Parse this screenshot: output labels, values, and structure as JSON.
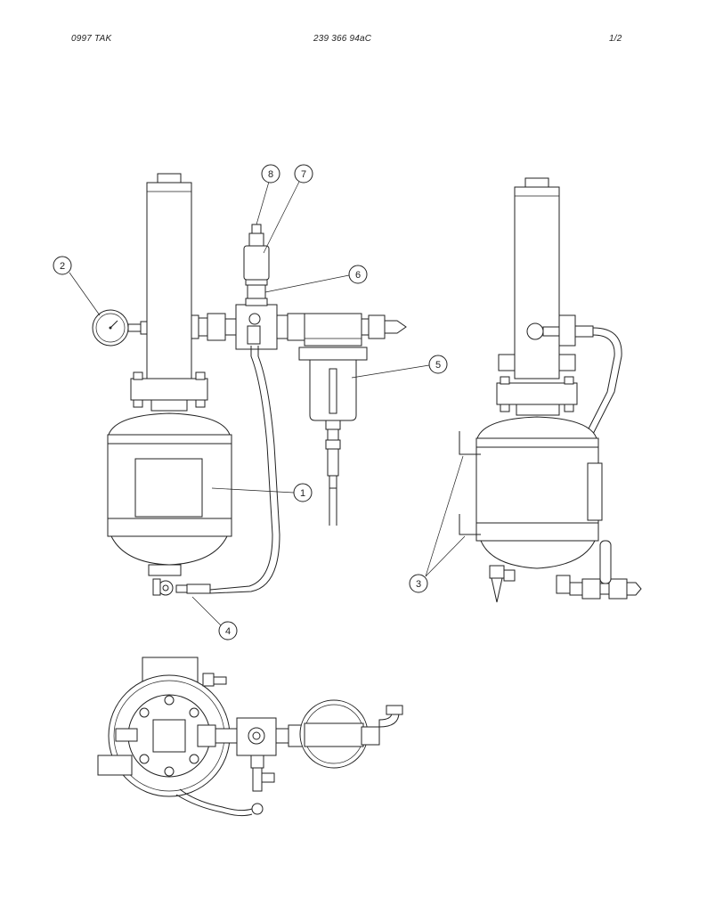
{
  "header": {
    "left": "0997   TAK",
    "center": "239 366 94aC",
    "right": "1/2"
  },
  "callouts": [
    {
      "id": "callout-1",
      "label": "1"
    },
    {
      "id": "callout-2",
      "label": "2"
    },
    {
      "id": "callout-3",
      "label": "3"
    },
    {
      "id": "callout-4",
      "label": "4"
    },
    {
      "id": "callout-5",
      "label": "5"
    },
    {
      "id": "callout-6",
      "label": "6"
    },
    {
      "id": "callout-7",
      "label": "7"
    },
    {
      "id": "callout-8",
      "label": "8"
    }
  ]
}
